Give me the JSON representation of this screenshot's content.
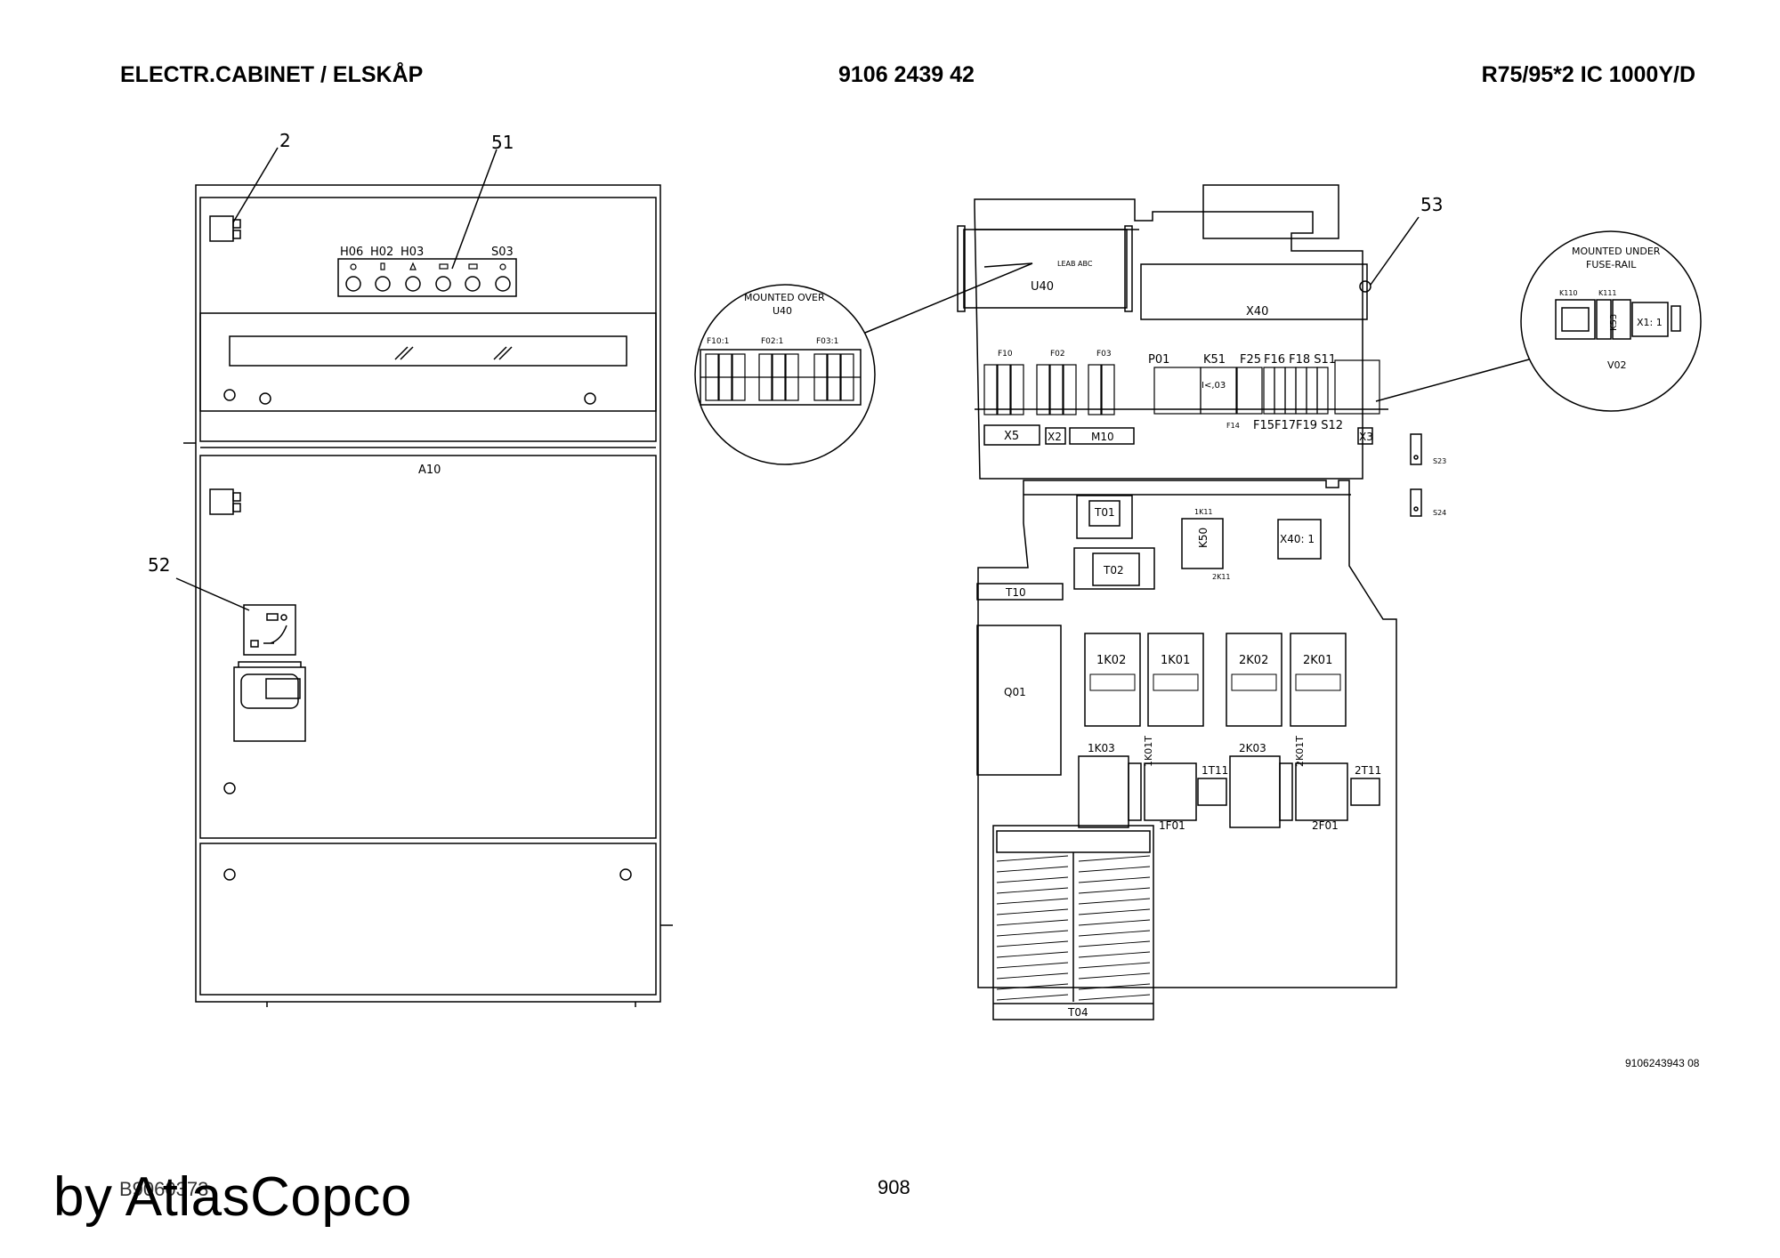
{
  "header": {
    "left": "ELECTR.CABINET / ELSKÅP",
    "center": "9106 2439 42",
    "right": "R75/95*2 IC 1000Y/D"
  },
  "left_cabinet": {
    "callouts": [
      "2",
      "51",
      "52"
    ],
    "indicator_labels": [
      "H06",
      "H02",
      "H03",
      "S03"
    ],
    "section_label": "A10"
  },
  "top_panel": {
    "callout": "53",
    "u40_label": "U40",
    "u40_sub": "LEAB ABC",
    "x40": "X40",
    "fuse_labels": [
      "F10",
      "F02",
      "F03"
    ],
    "p01": "P01",
    "k51": "K51",
    "k51_value": "I<,03",
    "f25": "F25",
    "f_top": "F16 F18 S11",
    "f14": "F14",
    "f_bottom": "F15F17F19 S12",
    "x5": "X5",
    "x2": "X2",
    "m10": "M10",
    "x3": "X3",
    "s23": "S23",
    "s24": "S24"
  },
  "detail_left": {
    "title1": "MOUNTED OVER",
    "title2": "U40",
    "labels": [
      "F10:1",
      "F02:1",
      "F03:1"
    ]
  },
  "detail_right": {
    "title1": "MOUNTED UNDER",
    "title2": "FUSE-RAIL",
    "k110": "K110",
    "k111": "K111",
    "k53": "K53",
    "x1": "X1: 1",
    "v02": "V02"
  },
  "bottom_panel": {
    "t01": "T01",
    "t02": "T02",
    "t10": "T10",
    "k50": "K50",
    "k11a": "1K11",
    "k11b": "2K11",
    "x40_1": "X40: 1",
    "q01": "Q01",
    "contactors": [
      "1K02",
      "1K01",
      "2K02",
      "2K01"
    ],
    "k03a": "1K03",
    "k03b": "2K03",
    "k01t_a": "1K01T",
    "k01t_b": "2K01T",
    "t11a": "1T11",
    "t11b": "2T11",
    "f01a": "1F01",
    "f01b": "2F01",
    "t04": "T04"
  },
  "drawing_number": "9106243943 08",
  "footer": {
    "code": "B9060373",
    "page": "908",
    "brand": "by AtlasCopco"
  }
}
